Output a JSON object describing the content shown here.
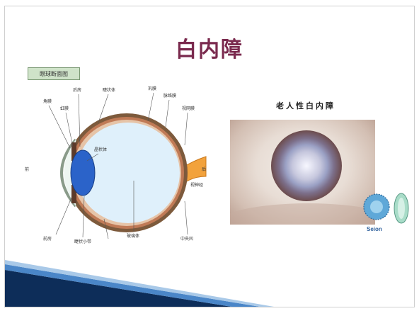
{
  "slide": {
    "title": "白内障",
    "diagram_tag": "眼球断面图",
    "eye_labels": {
      "l1": "角膜",
      "l2": "虹膜",
      "l3": "后房",
      "l4": "睫状体",
      "l5": "巩膜",
      "l6": "脉络膜",
      "l7": "视网膜",
      "l8": "中央凹",
      "l9": "视神经",
      "l10": "晶状体",
      "l11": "玻璃体",
      "l12": "睫状小带",
      "l13": "前房",
      "l14": "前",
      "l15": "后"
    },
    "photo_caption": "老人性白内障",
    "logo_text": "Seion"
  },
  "colors": {
    "title": "#7a2a4e",
    "lens": "#2b63c9",
    "vitreous": "#dff0fb",
    "sclera": "#7d5a3c",
    "nerve": "#f2a23c",
    "swoosh_dark": "#0d2d59",
    "swoosh_light": "#4a86c8"
  }
}
